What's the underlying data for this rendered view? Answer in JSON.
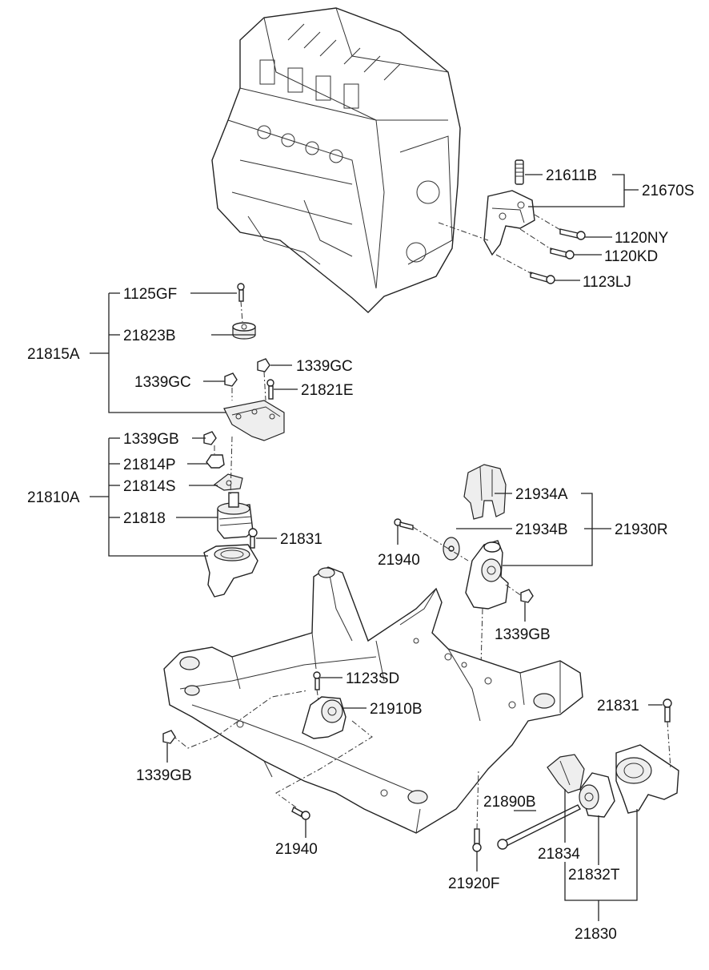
{
  "labels": {
    "p21611B": "21611B",
    "p21670S": "21670S",
    "p1120NY": "1120NY",
    "p1120KD": "1120KD",
    "p1123LJ": "1123LJ",
    "p1125GF": "1125GF",
    "p21823B": "21823B",
    "p21815A": "21815A",
    "p1339GC_a": "1339GC",
    "p1339GC_b": "1339GC",
    "p21821E": "21821E",
    "p1339GB_a": "1339GB",
    "p21814P": "21814P",
    "p21814S": "21814S",
    "p21810A": "21810A",
    "p21818": "21818",
    "p21831_a": "21831",
    "p21934A": "21934A",
    "p21934B": "21934B",
    "p21930R": "21930R",
    "p21940_a": "21940",
    "p1339GB_b": "1339GB",
    "p1123SD": "1123SD",
    "p21910B": "21910B",
    "p21831_b": "21831",
    "p1339GB_c": "1339GB",
    "p21890B": "21890B",
    "p21940_b": "21940",
    "p21834": "21834",
    "p21832T": "21832T",
    "p21920F": "21920F",
    "p21830": "21830"
  }
}
